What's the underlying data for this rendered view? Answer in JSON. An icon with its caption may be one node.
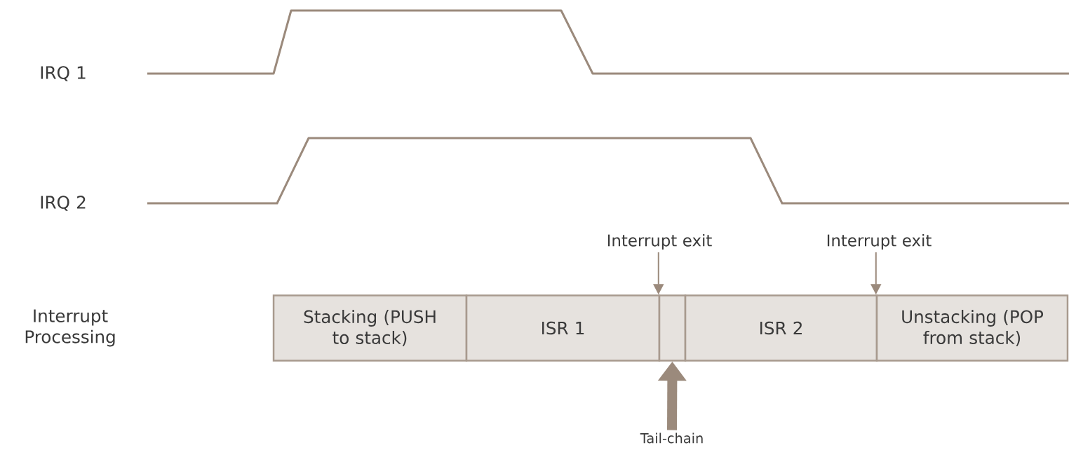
{
  "diagram": {
    "nodes": [
      {
        "text": [
          "Interrupt exit"
        ]
      },
      {
        "text": [
          "Interrupt exit"
        ]
      },
      {
        "text": [
          "Stacking (PUSH to stack)"
        ]
      },
      {
        "text": [
          "ISR 1"
        ]
      },
      {
        "text": [],
        "shape": "box"
      },
      {
        "text": [
          "ISR 2"
        ]
      },
      {
        "text": [
          "Unstacking (POP from stack)"
        ]
      },
      {
        "text": [
          "Tail-chain"
        ]
      }
    ],
    "edges": [
      {
        "from": 0,
        "to": 4,
        "arrow": "to"
      },
      {
        "from": 1,
        "to": 6,
        "arrow": "to"
      },
      {
        "from": 7,
        "to": 4,
        "arrow": "to",
        "style": "thick"
      }
    ],
    "labels": [
      "IRQ 1",
      "IRQ 2",
      "Interrupt Processing"
    ]
  }
}
